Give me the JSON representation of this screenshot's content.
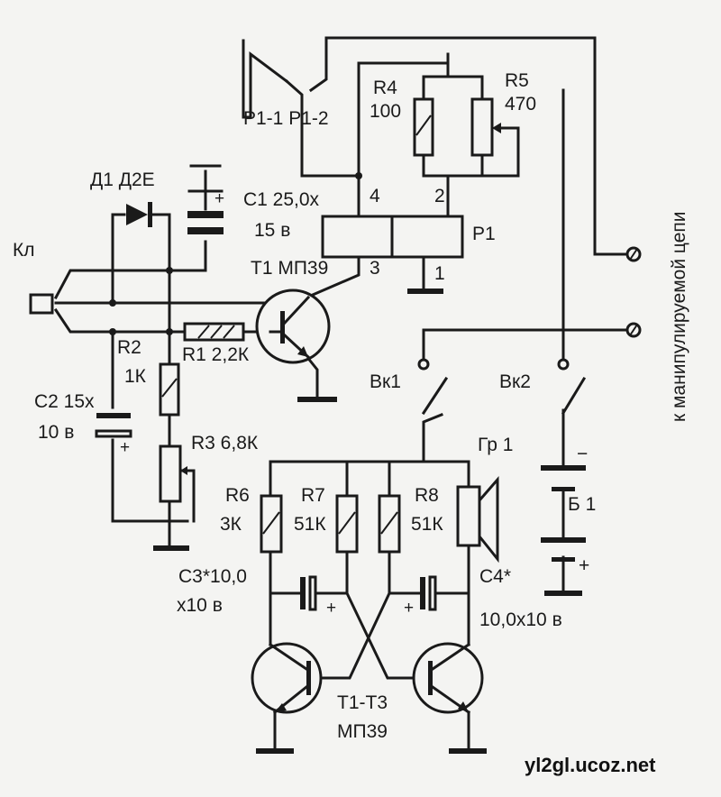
{
  "labels": {
    "key": "Кл",
    "diode": "Д1 Д2Е",
    "c1_a": "С1 25,0х",
    "c1_b": "15 в",
    "t1": "Т1 МП39",
    "r1": "R1 2,2К",
    "r2_a": "R2",
    "r2_b": "1К",
    "c2_a": "С2 15х",
    "c2_b": "10 в",
    "r3": "R3 6,8К",
    "r6_a": "R6",
    "r6_b": "3К",
    "r7_a": "R7",
    "r7_b": "51К",
    "r8_a": "R8",
    "r8_b": "51К",
    "c3_a": "С3*10,0",
    "c3_b": "х10 в",
    "c4_a": "С4*",
    "c4_b": "10,0х10 в",
    "t1t3_a": "Т1-Т3",
    "t1t3_b": "МП39",
    "relay_contacts": "Р1-1 Р1-2",
    "r4_a": "R4",
    "r4_b": "100",
    "r5_a": "R5",
    "r5_b": "470",
    "pin4": "4",
    "pin2": "2",
    "pin3": "3",
    "pin1": "1",
    "relay": "Р1",
    "vk1": "Вк1",
    "vk2": "Вк2",
    "speaker": "Гр 1",
    "battery": "Б 1",
    "plus": "+",
    "minus": "−",
    "plus_small": "+",
    "vertical": "к манипулируемой цепи",
    "watermark": "yl2gl.ucoz.net"
  }
}
